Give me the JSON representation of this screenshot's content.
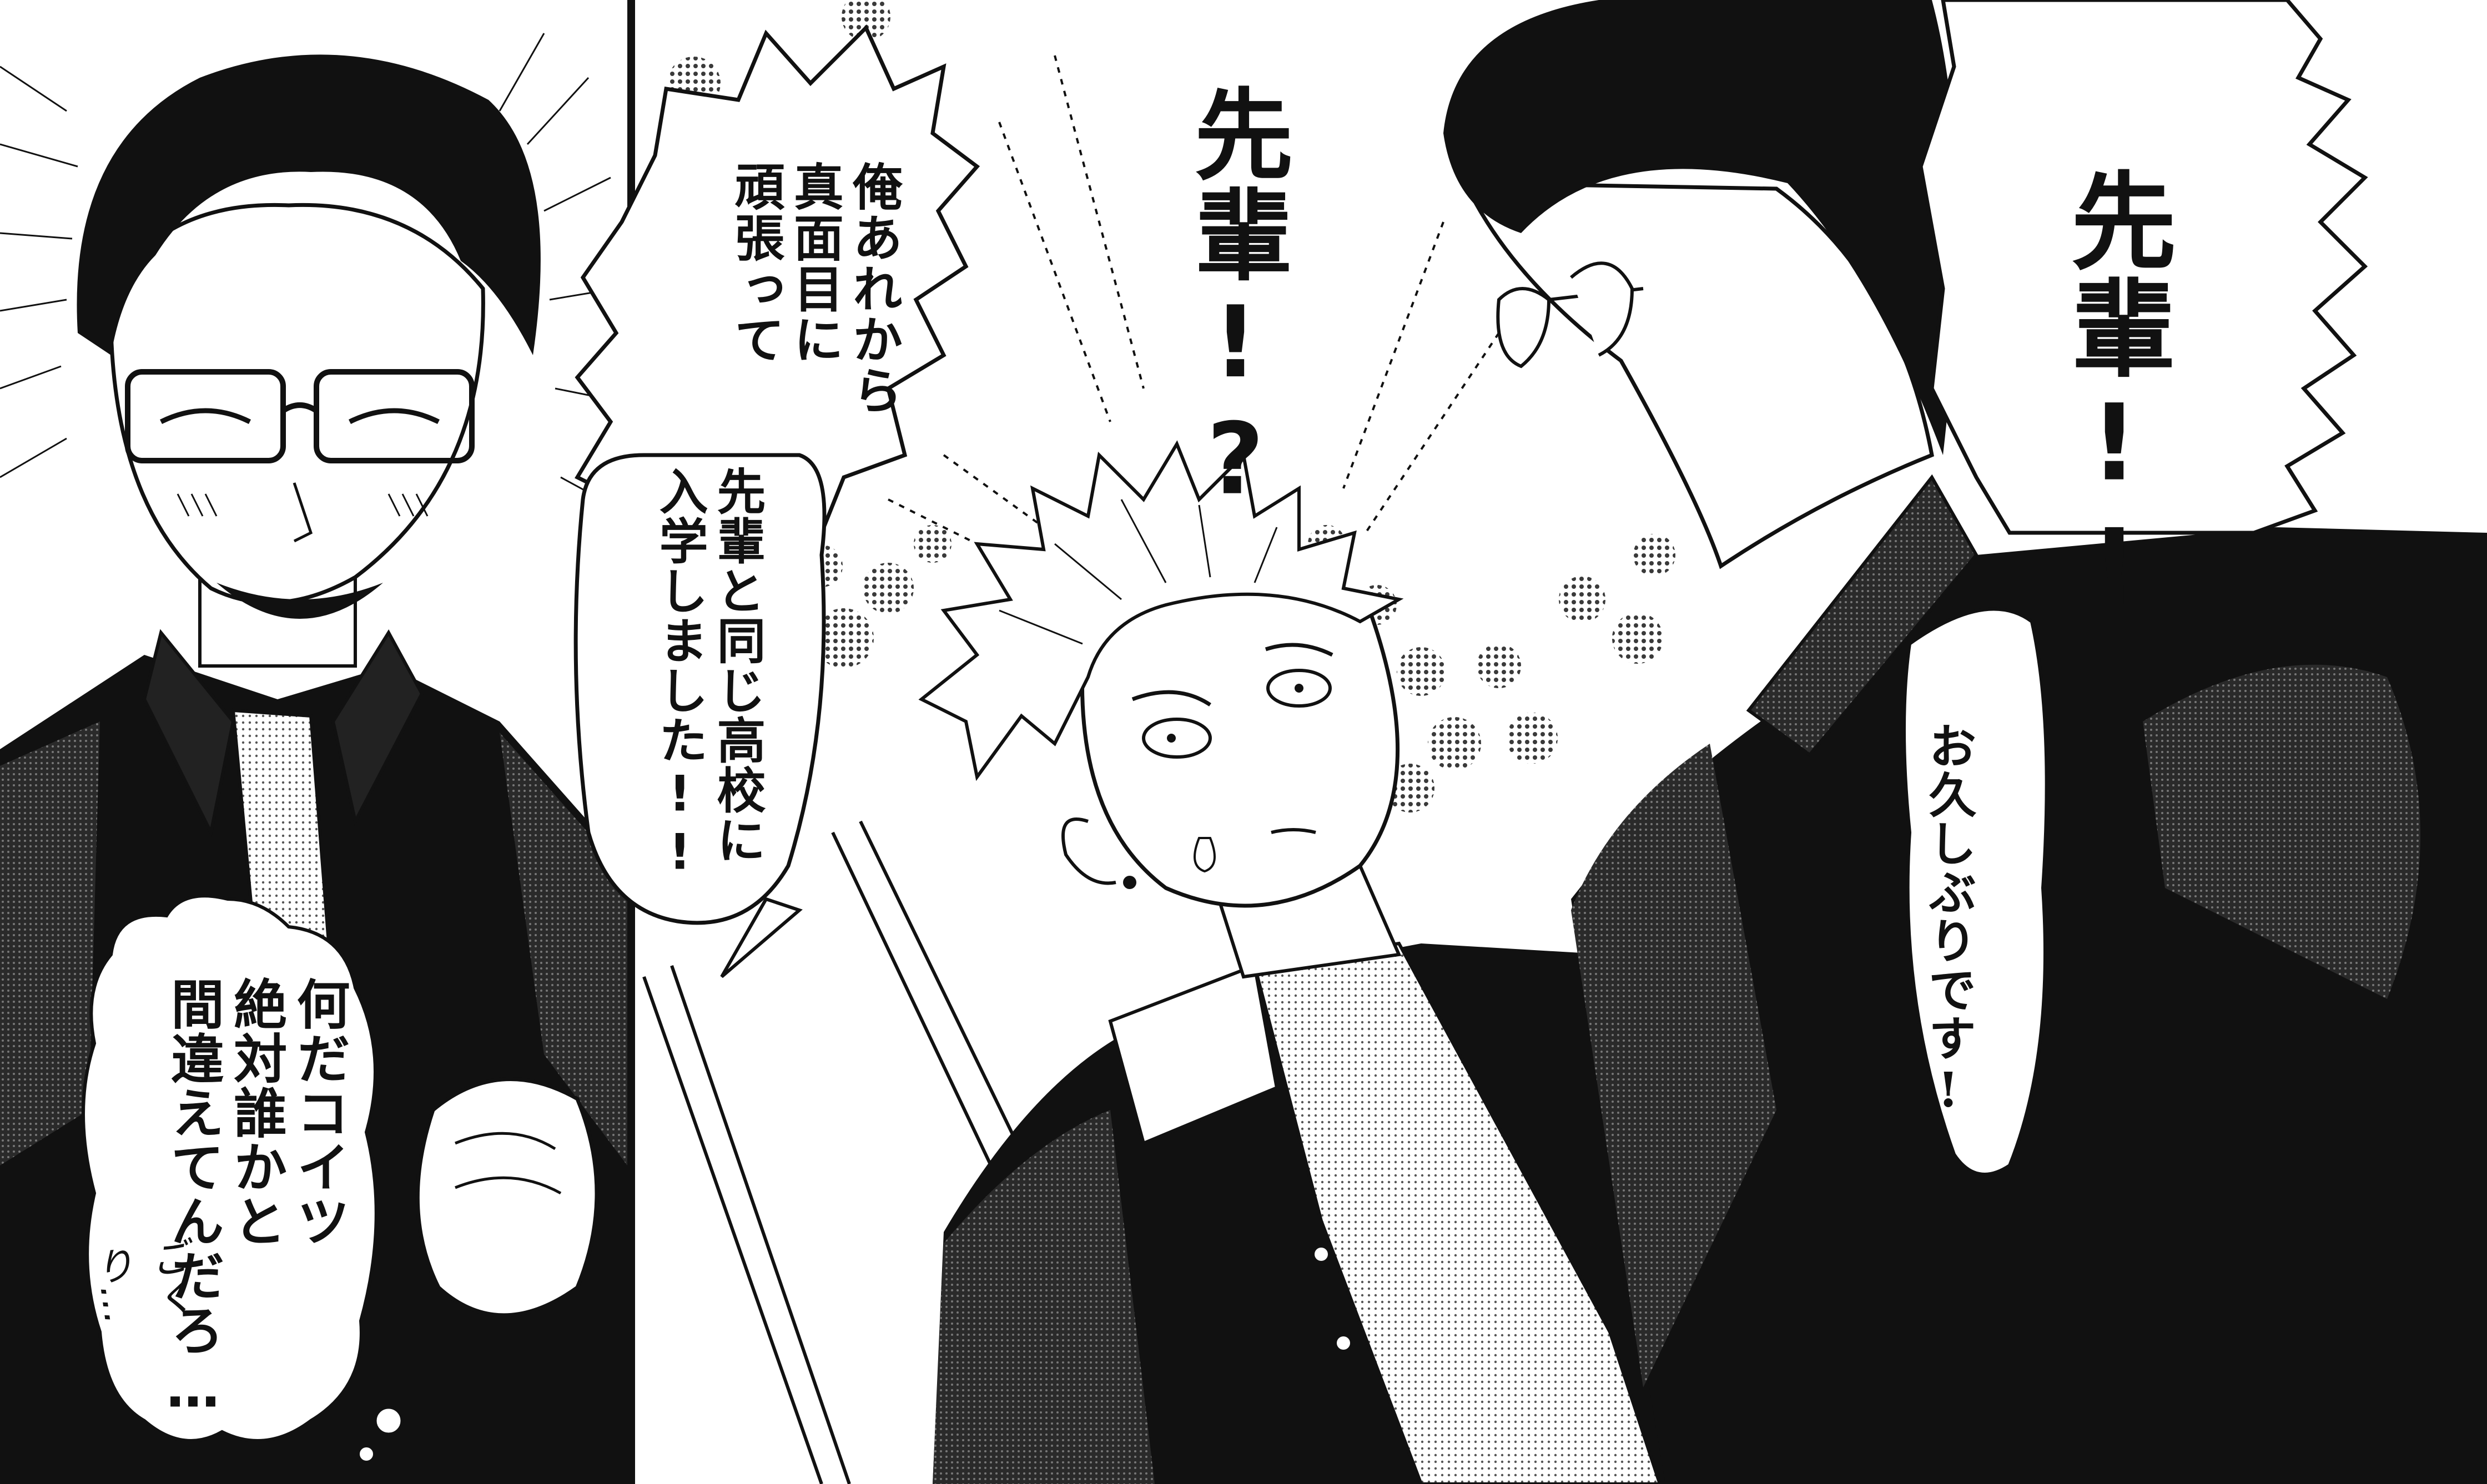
{
  "panels": {
    "left": {
      "bubble": {
        "lines": [
          "何だコイツ",
          "絶対誰かと",
          "間違えてんだろ…"
        ]
      },
      "sfx": "ごくり…"
    },
    "middle": {
      "bubble_top": {
        "lines": [
          "俺あれから",
          "真面目に",
          "頑張って"
        ]
      },
      "bubble_bottom": {
        "lines": [
          "先輩と同じ高校に",
          "入学しました!!"
        ]
      },
      "shout": "先輩!?"
    },
    "right": {
      "shout": "先輩!!",
      "bubble": {
        "lines": [
          "お久しぶりです!"
        ]
      }
    }
  },
  "colors": {
    "ink": "#111111",
    "paper": "#ffffff",
    "screentone": "#8a8a8a"
  }
}
